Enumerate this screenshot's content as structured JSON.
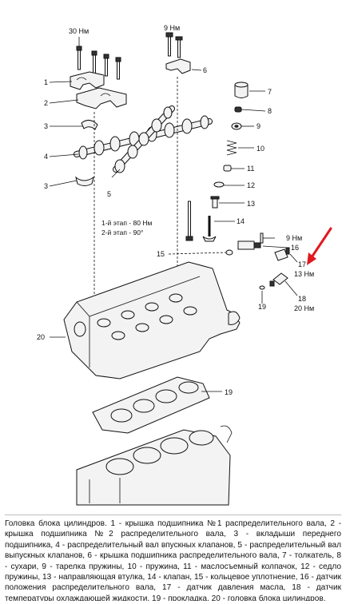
{
  "callouts": {
    "n1": "1",
    "n2": "2",
    "n3a": "3",
    "n3b": "3",
    "n4": "4",
    "n5": "5",
    "n6": "6",
    "n7": "7",
    "n8": "8",
    "n9": "9",
    "n10": "10",
    "n11": "11",
    "n12": "12",
    "n13": "13",
    "n14": "14",
    "n15": "15",
    "n16": "16",
    "n17": "17",
    "n18": "18",
    "n19a": "19",
    "n19b": "19",
    "n20": "20"
  },
  "torques": {
    "t1": "30 Нм",
    "t2": "9 Нм",
    "t3": "9 Нм",
    "t4": "13 Нм",
    "t5": "20 Нм",
    "stage1": "1-й этап - 80 Нм",
    "stage2": "2-й этап - 90°"
  },
  "caption": "Головка блока цилиндров. 1 - крышка подшипника №1 распределительного вала, 2 - крышка подшипника №2 распределительного вала, 3 - вкладыши переднего подшипника, 4 - распределительный вал впускных клапанов, 5 - распределительный вал выпускных клапанов, 6 - крышка подшипника распределительного вала, 7 - толкатель, 8 - сухари, 9 - тарелка пружины, 10 - пружина, 11 - маслосъемный колпачок, 12 - седло пружины, 13 - направляющая втулка, 14 - клапан, 15 - кольцевое уплотнение, 16 - датчик положения распределительного вала, 17 - датчик давления масла, 18 - датчик температуры охлаждающей жидкости, 19 - прокладка, 20 - головка блока цилиндров.",
  "colors": {
    "arrow": "#e0191f",
    "ink": "#111111"
  }
}
